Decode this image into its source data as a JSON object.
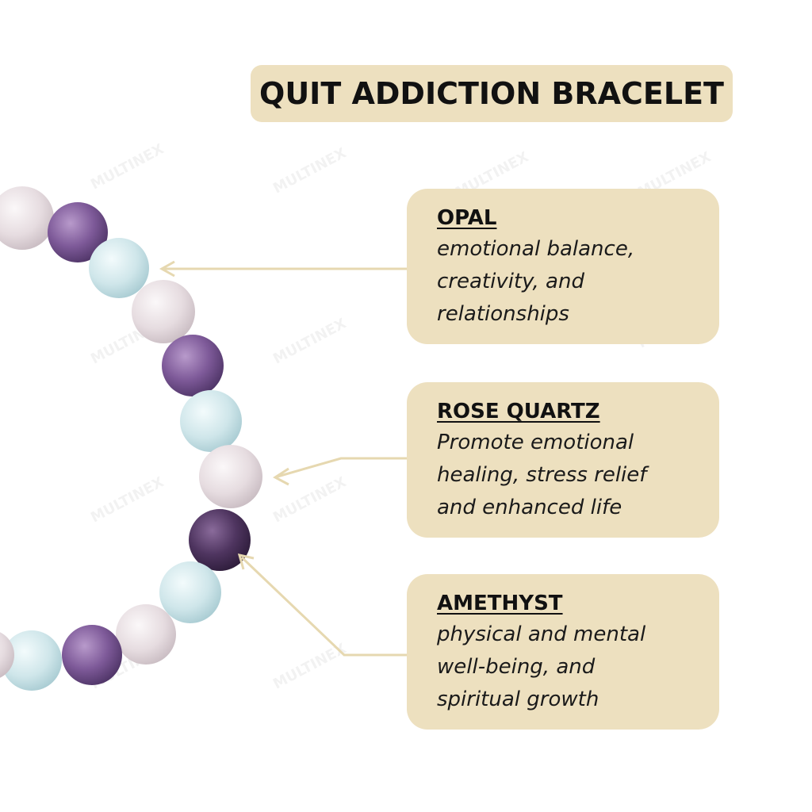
{
  "title": "QUIT ADDICTION BRACELET",
  "colors": {
    "box_fill": "#ede0bf",
    "arrow": "#e6d8b0",
    "amethyst_bead": "#7e5a99",
    "rose_quartz_bead": "#ece3e6",
    "opal_bead": "#cfe6ea",
    "text": "#111111"
  },
  "stones": [
    {
      "name": "OPAL",
      "description_lines": [
        "emotional balance,",
        "creativity, and",
        "relationships"
      ]
    },
    {
      "name": "ROSE QUARTZ",
      "description_lines": [
        "Promote emotional",
        "healing, stress relief",
        "and enhanced life"
      ]
    },
    {
      "name": "AMETHYST",
      "description_lines": [
        "physical and mental",
        "well-being, and",
        "spiritual growth"
      ]
    }
  ],
  "watermark": "MULTINEX"
}
